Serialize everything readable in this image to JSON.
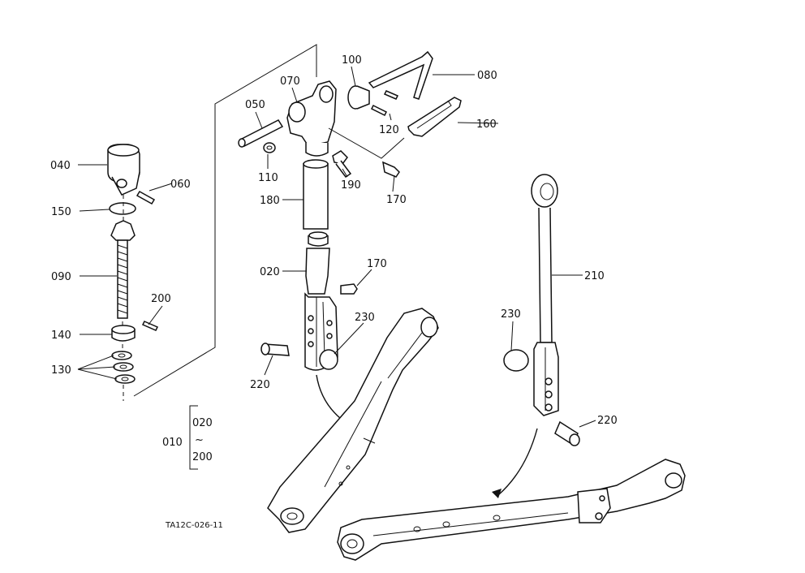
{
  "labels": {
    "p040": "040",
    "p060": "060",
    "p150": "150",
    "p090": "090",
    "p200a": "200",
    "p140": "140",
    "p130": "130",
    "p050": "050",
    "p070": "070",
    "p100": "100",
    "p080": "080",
    "p120": "120",
    "p160": "160",
    "p110": "110",
    "p190": "190",
    "p170a": "170",
    "p180": "180",
    "p020": "020",
    "p170b": "170",
    "p230a": "230",
    "p220a": "220",
    "p210": "210",
    "p230b": "230",
    "p220b": "220",
    "group_id": "010",
    "group_from": "020",
    "group_tilde": "~",
    "group_to": "200"
  },
  "drawing_code": "TA12C-026-11"
}
